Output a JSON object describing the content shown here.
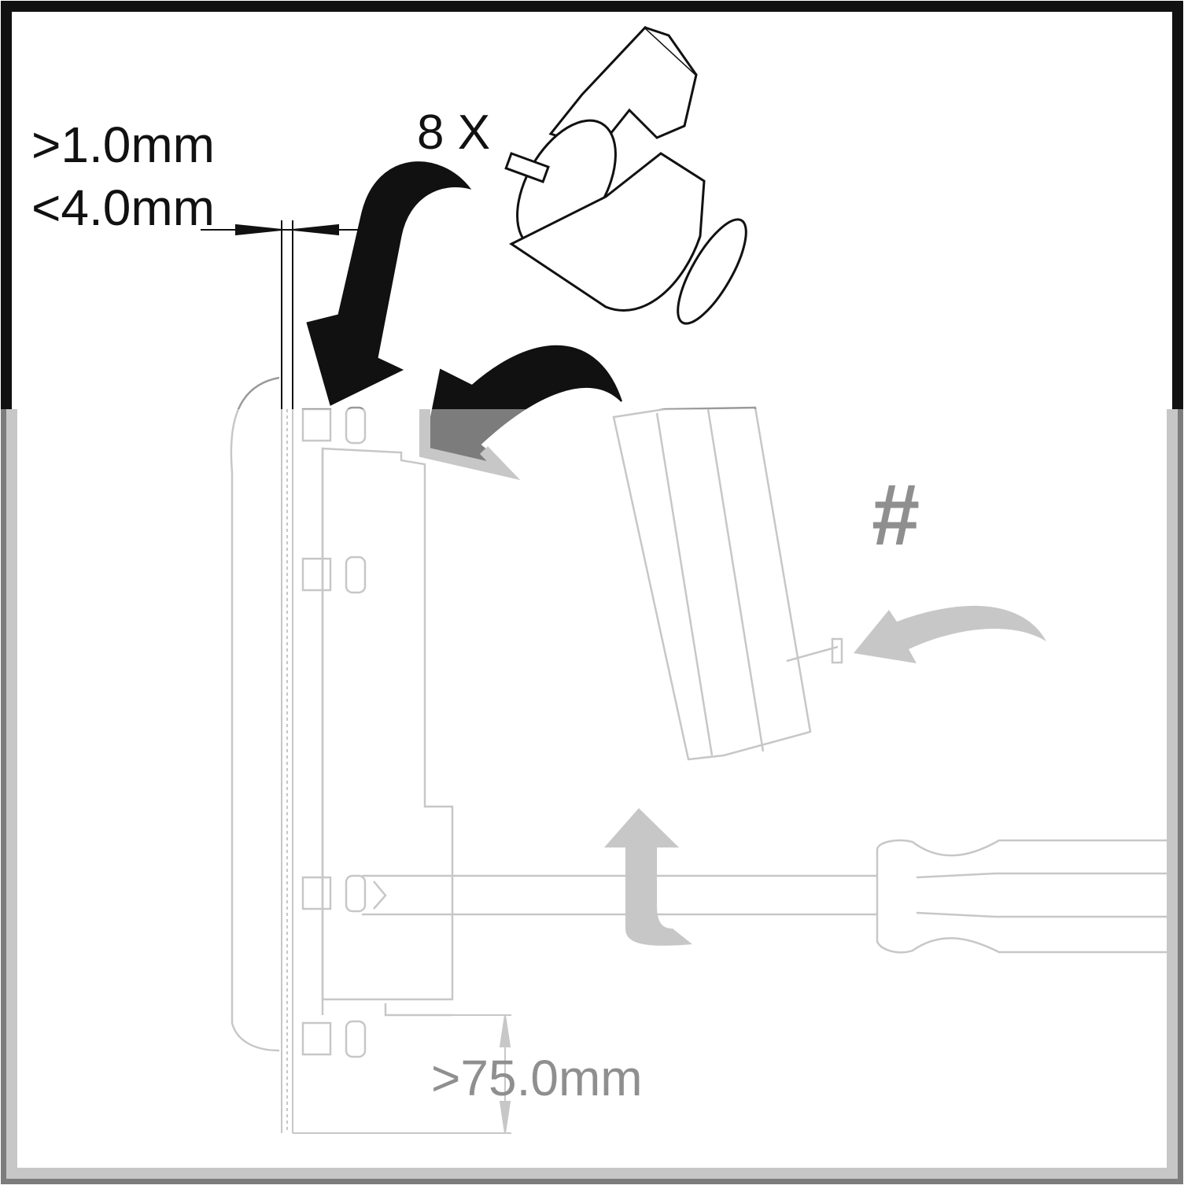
{
  "labels": {
    "thickness_min": ">1.0mm",
    "thickness_max": "<4.0mm",
    "quantity": "8 X",
    "note_symbol": "#",
    "depth_min": ">75.0mm"
  },
  "colors": {
    "primary_ink": "#111111",
    "secondary_ink": "#8f8f8f",
    "frame": "#111111",
    "background": "#ffffff"
  },
  "icons": [
    "clamp-icon",
    "screwdriver-icon",
    "curved-arrow-icon"
  ]
}
